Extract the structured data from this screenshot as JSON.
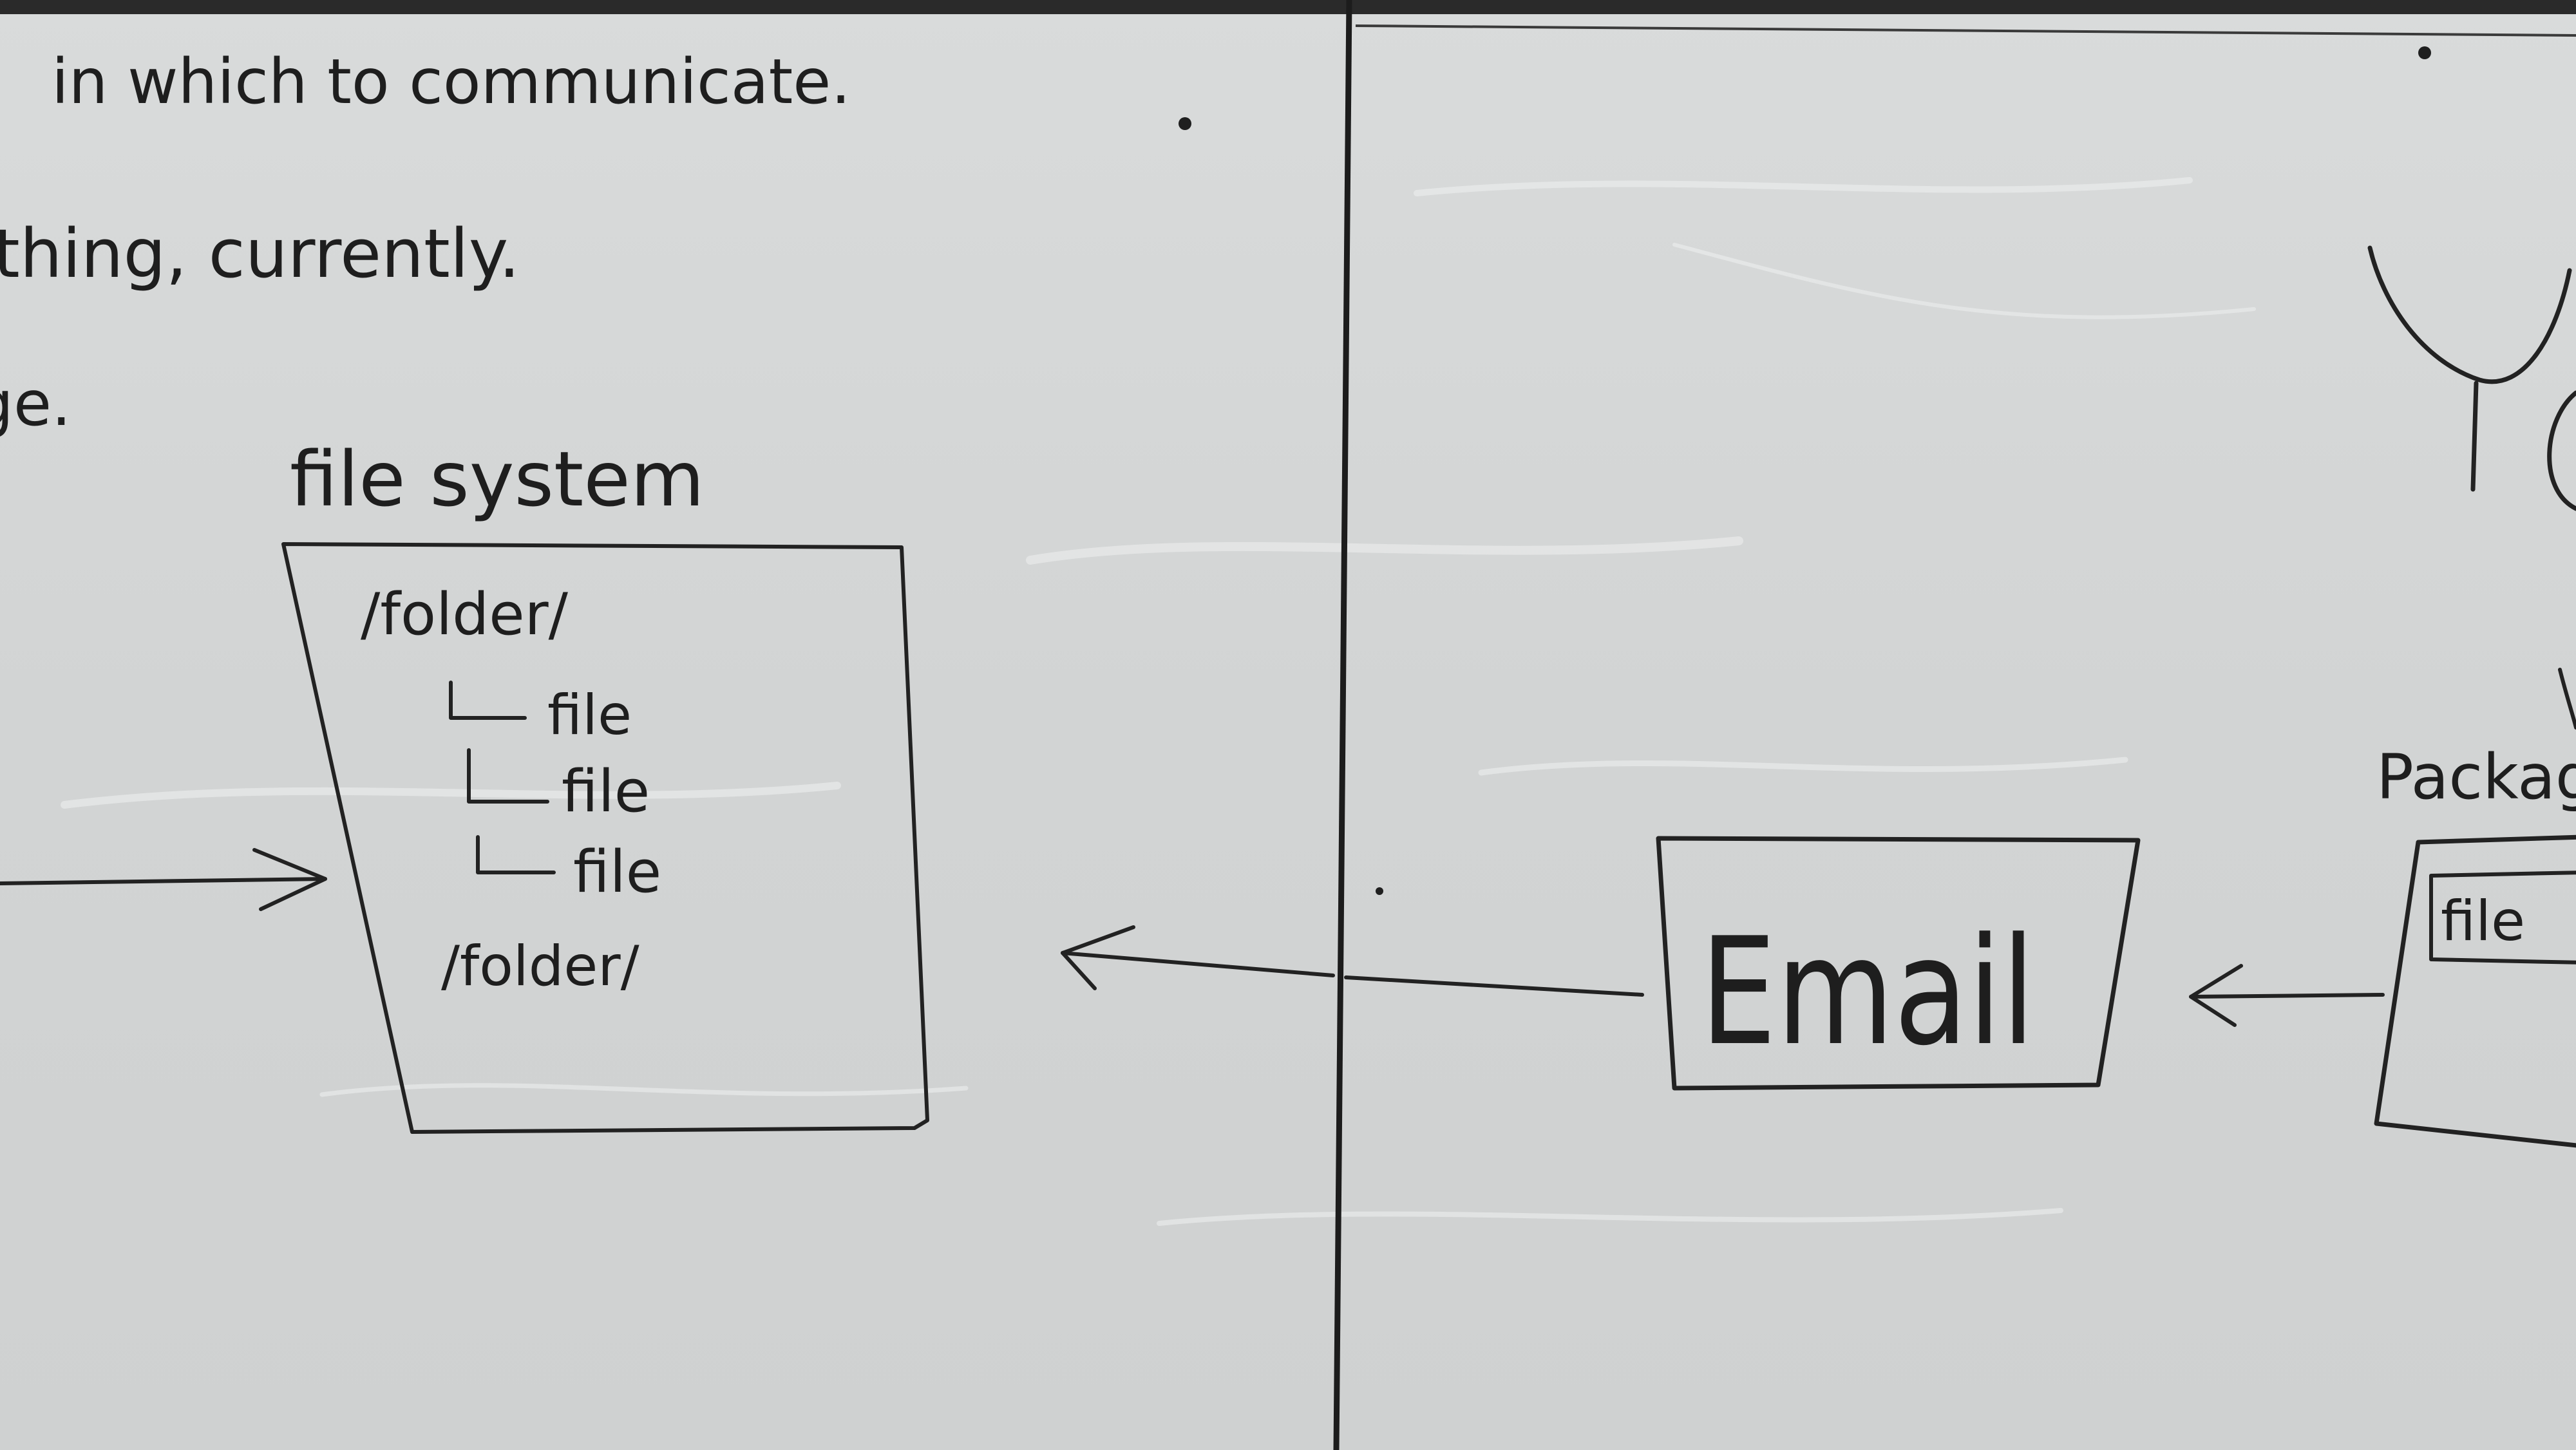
{
  "scene": {
    "kind": "whiteboard photo",
    "background_color": "#d4d6d6",
    "ink_color": "#222222"
  },
  "notes": {
    "line1": "in which to communicate.",
    "line2": "thing, currently.",
    "line3": "ge."
  },
  "filesystem": {
    "title": "file system",
    "folder_top": "/folder/",
    "files": [
      "file",
      "file",
      "file"
    ],
    "folder_bottom": "/folder/"
  },
  "email": {
    "label": "Email"
  },
  "package": {
    "title": "Package",
    "file_label": "file"
  }
}
